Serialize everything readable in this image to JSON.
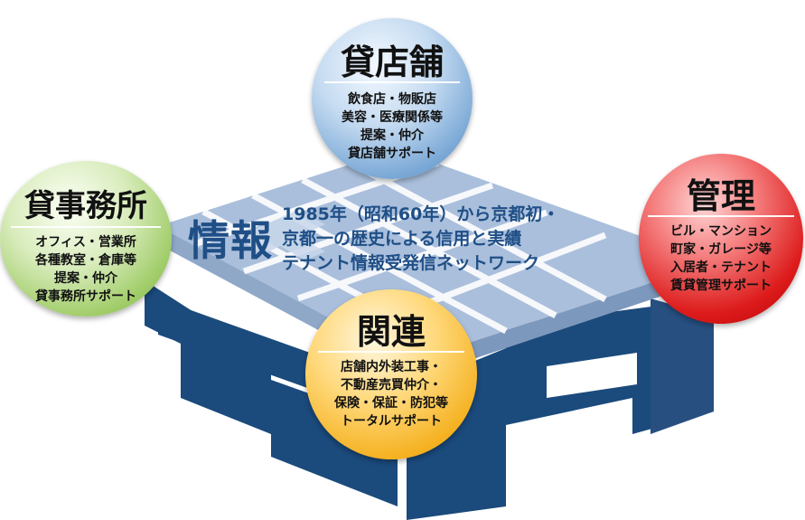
{
  "center": {
    "title": "情報",
    "lines": [
      "1985年（昭和60年）から京都初・",
      "京都一の歴史による信用と実績",
      "テナント情報受発信ネットワーク"
    ]
  },
  "bubbles": {
    "store": {
      "title": "貸店舗",
      "items": [
        "飲食店・物販店",
        "美容・医療関係等",
        "提案・仲介",
        "貸店舗サポート"
      ]
    },
    "office": {
      "title": "貸事務所",
      "items": [
        "オフィス・営業所",
        "各種教室・倉庫等",
        "提案・仲介",
        "貸事務所サポート"
      ]
    },
    "manage": {
      "title": "管理",
      "items": [
        "ビル・マンション",
        "町家・ガレージ等",
        "入居者・テナント",
        "賃貸管理サポート"
      ]
    },
    "related": {
      "title": "関連",
      "items": [
        "店舗内外装工事・",
        "不動産売買仲介・",
        "保険・保証・防犯等",
        "トータルサポート"
      ]
    }
  },
  "colors": {
    "navy": "#1f4f86",
    "platform_top": "#aabfdc",
    "store_bubble": "#7aa8d6",
    "office_bubble": "#9ecb65",
    "manage_bubble": "#dd1c1c",
    "related_bubble": "#f5b222"
  }
}
